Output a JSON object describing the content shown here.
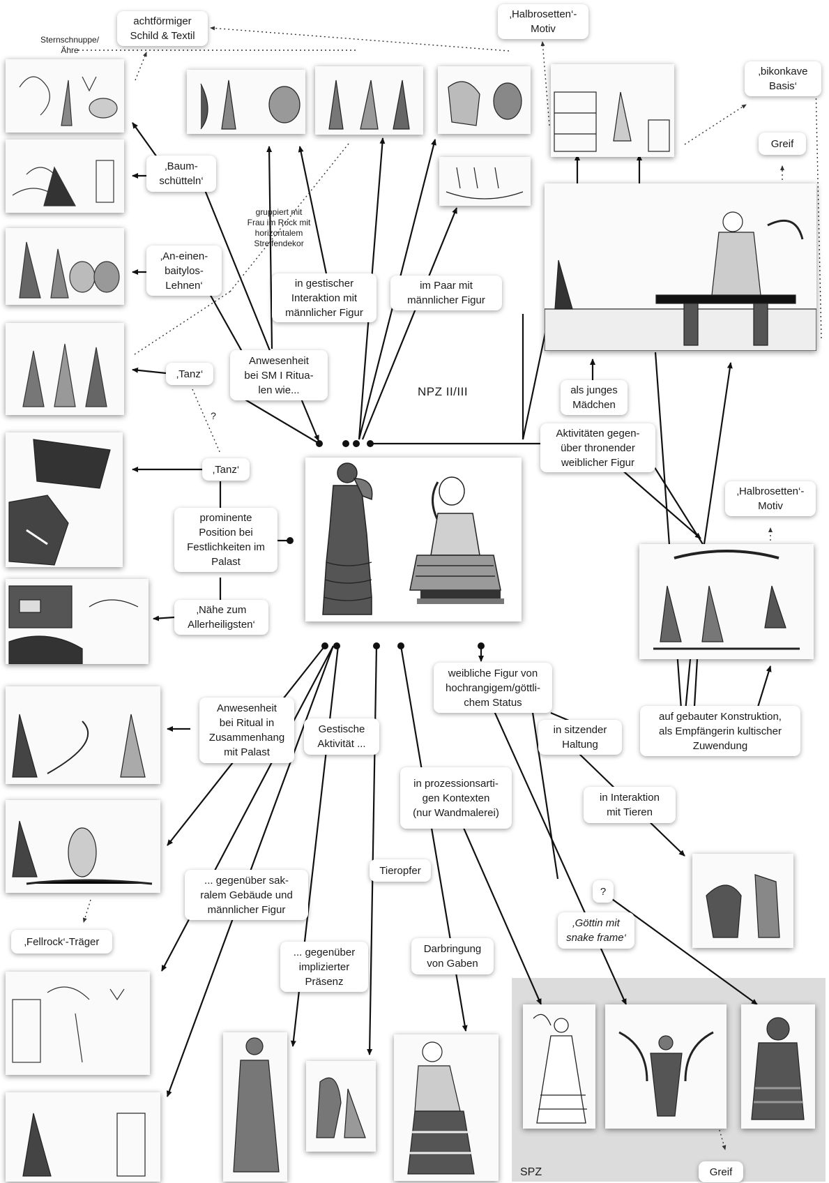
{
  "period_label": "NPZ II/III",
  "spz_label": "SPZ",
  "labels": {
    "achtfoermiger": "achtförmiger\nSchild & Textil",
    "sternschnuppe": "Sternschnuppe/\nÄhre",
    "halbrosetten_top": "‚Halbrosetten‘-\nMotiv",
    "bikonkave": "‚bikonkave\nBasis‘",
    "greif_top": "Greif",
    "baumschuetteln": "‚Baum-\nschütteln‘",
    "gruppiert": "gruppiert mit\nFrau im Rock mit\nhorizontalem\nStreifendekor",
    "an_einen": "‚An-einen-\nbaitylos-\nLehnen‘",
    "in_gestischer": "in gestischer\nInteraktion mit\nmännlicher Figur",
    "im_paar": "im Paar mit\nmännlicher Figur",
    "tanz_1": "‚Tanz‘",
    "anwesenheit_sm": "Anwesenheit\nbei SM I Ritua-\nlen wie...",
    "question_1": "?",
    "als_junges": "als junges\nMädchen",
    "aktivitaeten": "Aktivitäten gegen-\nüber thronender\nweiblicher Figur",
    "tanz_2": "‚Tanz‘",
    "prominente": "prominente\nPosition bei\nFestlichkeiten im\nPalast",
    "halbrosetten_right": "‚Halbrosetten‘-\nMotiv",
    "naehe": "‚Nähe zum\nAllerheiligsten‘",
    "weibliche_figur": "weibliche Figur von\nhochrangigem/göttli-\nchem Status",
    "anwesenheit_ritual": "Anwesenheit\nbei Ritual in\nZusammenhang\nmit Palast",
    "gestische": "Gestische\nAktivität ...",
    "in_sitzender": "in sitzender\nHaltung",
    "auf_gebauter": "auf gebauter Konstruktion,\nals Empfängerin kultischer\nZuwendung",
    "in_prozession": "in prozessionsarti-\ngen Kontexten\n(nur Wandmalerei)",
    "in_interaktion_tieren": "in Interaktion\nmit Tieren",
    "fellrock": "‚Fellrock‘-Träger",
    "gegenueber_sakral": "... gegenüber sak-\nralem Gebäude und\nmännlicher Figur",
    "tieropfer": "Tieropfer",
    "question_2": "?",
    "goettin": "‚Göttin mit\nsnake frame‘",
    "gegenueber_praesenz": "... gegenüber\nimplizierter\nPräsenz",
    "darbringung": "Darbringung\nvon Gaben",
    "greif_bottom": "Greif"
  },
  "colors": {
    "line": "#111111",
    "dotted": "#333333",
    "spz_bg": "#dcdcdc",
    "figure_dark": "#555555",
    "figure_mid": "#9a9a9a"
  }
}
